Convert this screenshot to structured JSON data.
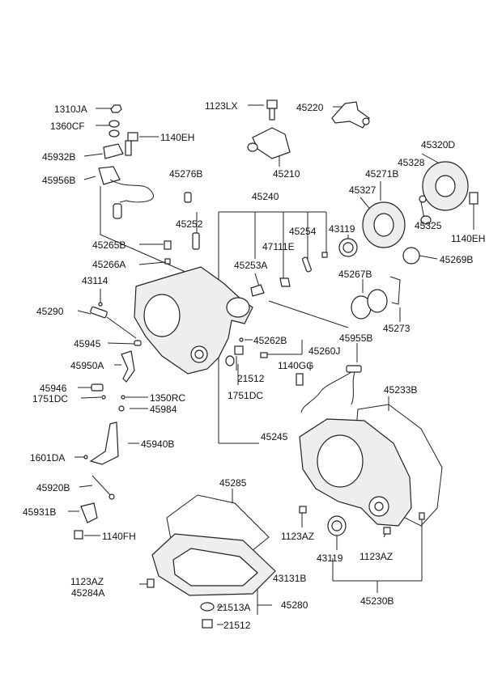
{
  "labels": {
    "p1310JA": "1310JA",
    "p1360CF": "1360CF",
    "p1140EH_a": "1140EH",
    "p45932B": "45932B",
    "p45956B": "45956B",
    "p1123LX": "1123LX",
    "p45220": "45220",
    "p45210": "45210",
    "p45320D": "45320D",
    "p45328": "45328",
    "p45271B": "45271B",
    "p45327": "45327",
    "p45276B": "45276B",
    "p45240": "45240",
    "p45252": "45252",
    "p45254": "45254",
    "p43119_a": "43119",
    "p45325": "45325",
    "p1140EH_b": "1140EH",
    "p47111E": "47111E",
    "p45265B": "45265B",
    "p45266A": "45266A",
    "p45253A": "45253A",
    "p45269B": "45269B",
    "p45267B": "45267B",
    "p43114": "43114",
    "p45290": "45290",
    "p45273": "45273",
    "p45955B": "45955B",
    "p45945": "45945",
    "p45262B": "45262B",
    "p45260J": "45260J",
    "p45950A": "45950A",
    "p21512_a": "21512",
    "p1140GG": "1140GG",
    "p45946": "45946",
    "p1751DC_a": "1751DC",
    "p1350RC": "1350RC",
    "p1751DC_b": "1751DC",
    "p45233B": "45233B",
    "p45984": "45984",
    "p45940B": "45940B",
    "p45245": "45245",
    "p1601DA": "1601DA",
    "p45920B": "45920B",
    "p45285": "45285",
    "p45931B": "45931B",
    "p1140FH": "1140FH",
    "p1123AZ_a": "1123AZ",
    "p43119_b": "43119",
    "p1123AZ_b": "1123AZ",
    "p1123AZ_c": "1123AZ",
    "p45284A": "45284A",
    "p43131B": "43131B",
    "p45230B": "45230B",
    "p21513A": "21513A",
    "p45280": "45280",
    "p21512_b": "21512"
  }
}
